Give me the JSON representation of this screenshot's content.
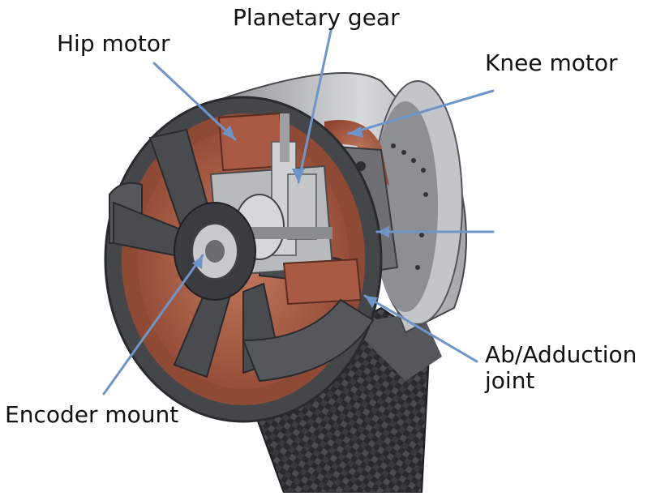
{
  "labels": {
    "planetary_gear": "Planetary gear",
    "hip_motor": "Hip motor",
    "knee_motor": "Knee motor",
    "encoder_mount": "Encoder mount",
    "ab_adduction_joint": "Ab/Adduction\njoint"
  },
  "colors": {
    "leader_line": "#6f95c8",
    "copper": "#a85a44",
    "housing_dark": "#3f4044",
    "housing_mid": "#6b6d72",
    "housing_light": "#c9cacc",
    "carbon_fiber": "#2a2b2e",
    "background": "#ffffff"
  }
}
